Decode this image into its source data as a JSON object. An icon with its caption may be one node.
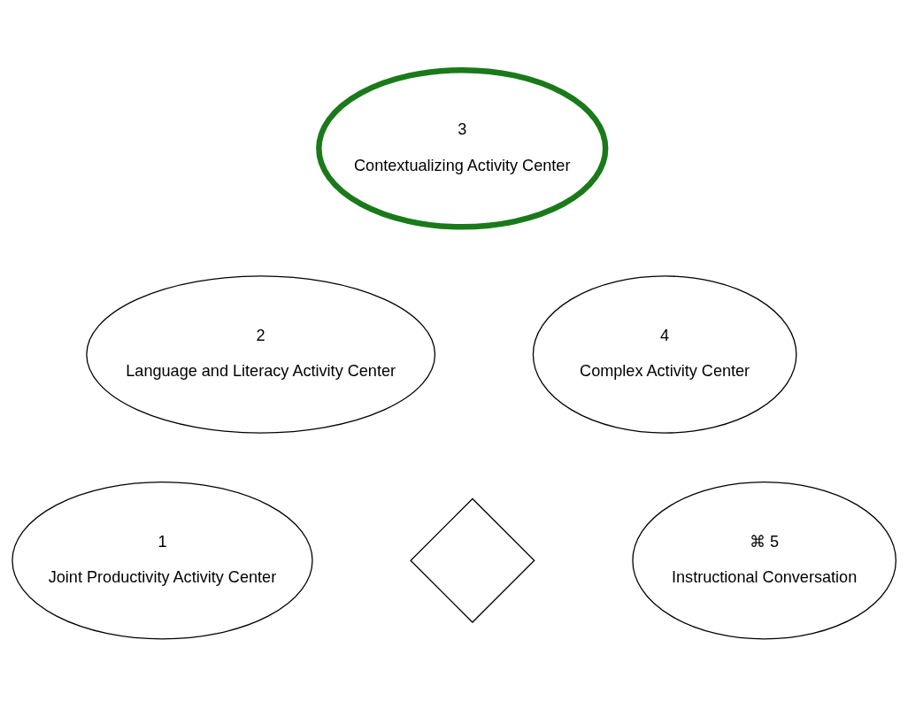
{
  "diagram": {
    "nodes": [
      {
        "text": [
          "3",
          "Contextualizing Activity Center"
        ]
      },
      {
        "text": [
          "2",
          "Language and Literacy Activity Center"
        ]
      },
      {
        "text": [
          "4",
          "Complex Activity Center"
        ]
      },
      {
        "text": [
          "1",
          "Joint Productivity Activity Center"
        ]
      },
      {
        "text": [
          "⌘ 5",
          "Instructional Conversation"
        ]
      },
      {
        "text": [],
        "shape": "diamond"
      }
    ],
    "edges": []
  }
}
